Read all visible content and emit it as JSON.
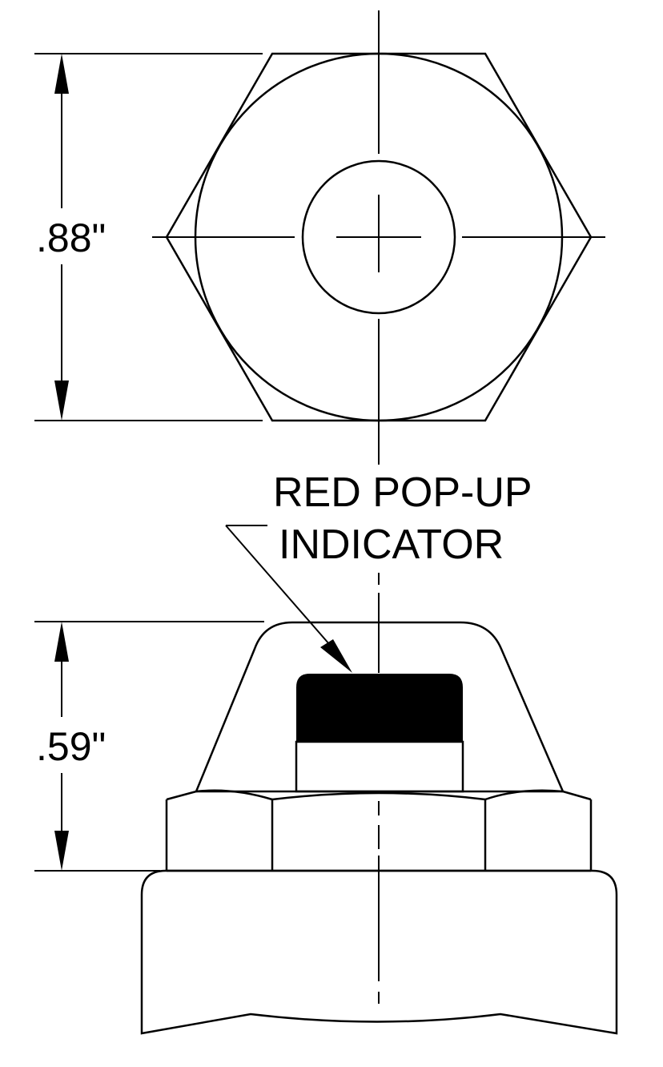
{
  "diagram": {
    "type": "technical-drawing",
    "views": [
      "top-view",
      "side-view"
    ],
    "dimensions": {
      "width_across_points": ".88\"",
      "height": ".59\""
    },
    "callout": {
      "line1": "RED POP-UP",
      "line2": "INDICATOR"
    },
    "colors": {
      "line": "#000000",
      "background": "#ffffff",
      "indicator_fill": "#000000"
    }
  }
}
